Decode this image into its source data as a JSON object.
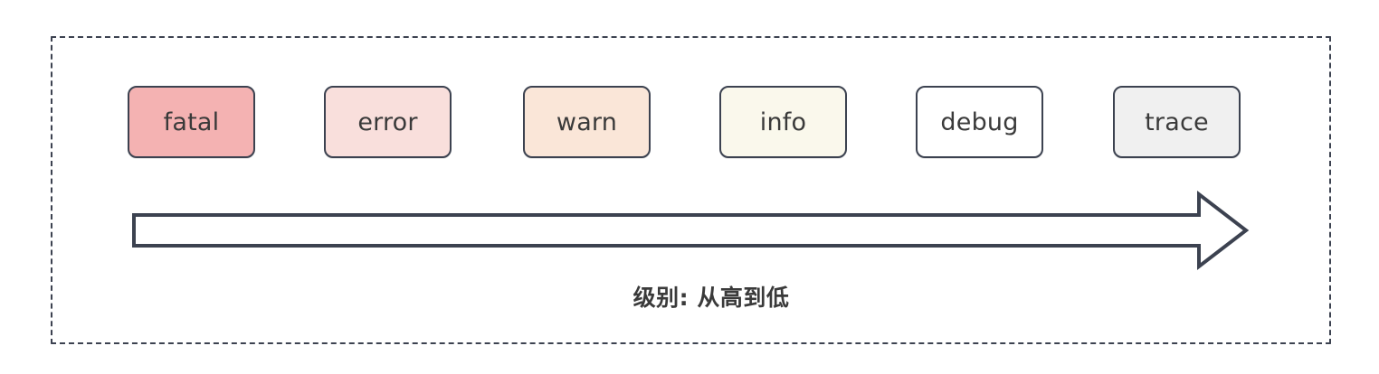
{
  "diagram": {
    "title": "log-level-order-diagram",
    "frame": {
      "style": "dashed",
      "border_color": "#3C4250"
    },
    "levels": [
      {
        "label": "fatal",
        "fill": "#F4B2B2",
        "stroke": "#3C4250",
        "text_color": "#3A3A3A"
      },
      {
        "label": "error",
        "fill": "#F9DFDC",
        "stroke": "#3C4250",
        "text_color": "#3A3A3A"
      },
      {
        "label": "warn",
        "fill": "#FAE6D8",
        "stroke": "#3C4250",
        "text_color": "#3A3A3A"
      },
      {
        "label": "info",
        "fill": "#FAF8EC",
        "stroke": "#3C4250",
        "text_color": "#3A3A3A"
      },
      {
        "label": "debug",
        "fill": "#FFFFFF",
        "stroke": "#3C4250",
        "text_color": "#3A3A3A"
      },
      {
        "label": "trace",
        "fill": "#F0F0F0",
        "stroke": "#3C4250",
        "text_color": "#3A3A3A"
      }
    ],
    "arrow": {
      "name": "right-arrow-icon",
      "direction": "right",
      "fill": "#FFFFFF",
      "stroke": "#3C4250"
    },
    "caption": "级别: 从高到低"
  }
}
